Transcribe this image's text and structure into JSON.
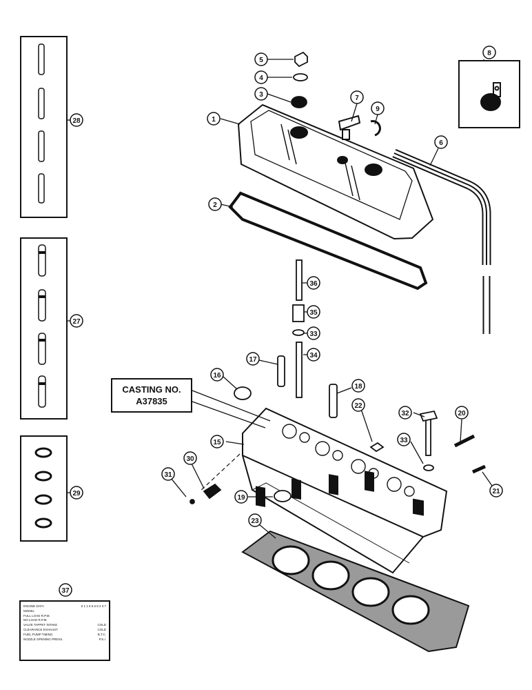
{
  "casting_label": {
    "line1": "CASTING NO.",
    "line2": "A37835"
  },
  "callouts": [
    "1",
    "2",
    "3",
    "4",
    "5",
    "6",
    "7",
    "8",
    "9",
    "15",
    "16",
    "17",
    "18",
    "19",
    "20",
    "21",
    "22",
    "23",
    "27",
    "28",
    "29",
    "30",
    "31",
    "32",
    "33",
    "34",
    "35",
    "36",
    "37"
  ],
  "engine_plate": {
    "title": "ENGINE DATA",
    "code": "0 1 1 6  5 6 8  2 3 7",
    "rows": [
      {
        "label": "MODEL",
        "value": ""
      },
      {
        "label": "FULL LOAD R.P.M.",
        "value": ""
      },
      {
        "label": "NO LOAD R.P.M.",
        "value": ""
      },
      {
        "label": "VALVE TAPPET     INTAKE",
        "value": "COLD"
      },
      {
        "label": "  CLEARANCE     EXHAUST",
        "value": "COLD"
      },
      {
        "label": "FUEL PUMP TIMING",
        "value": "B.T.C."
      },
      {
        "label": "NOZZLE OPENING PRESS.",
        "value": "P.S.I."
      }
    ]
  },
  "colors": {
    "ink": "#111111",
    "paper": "#ffffff",
    "gasket": "#9a9a9a"
  }
}
